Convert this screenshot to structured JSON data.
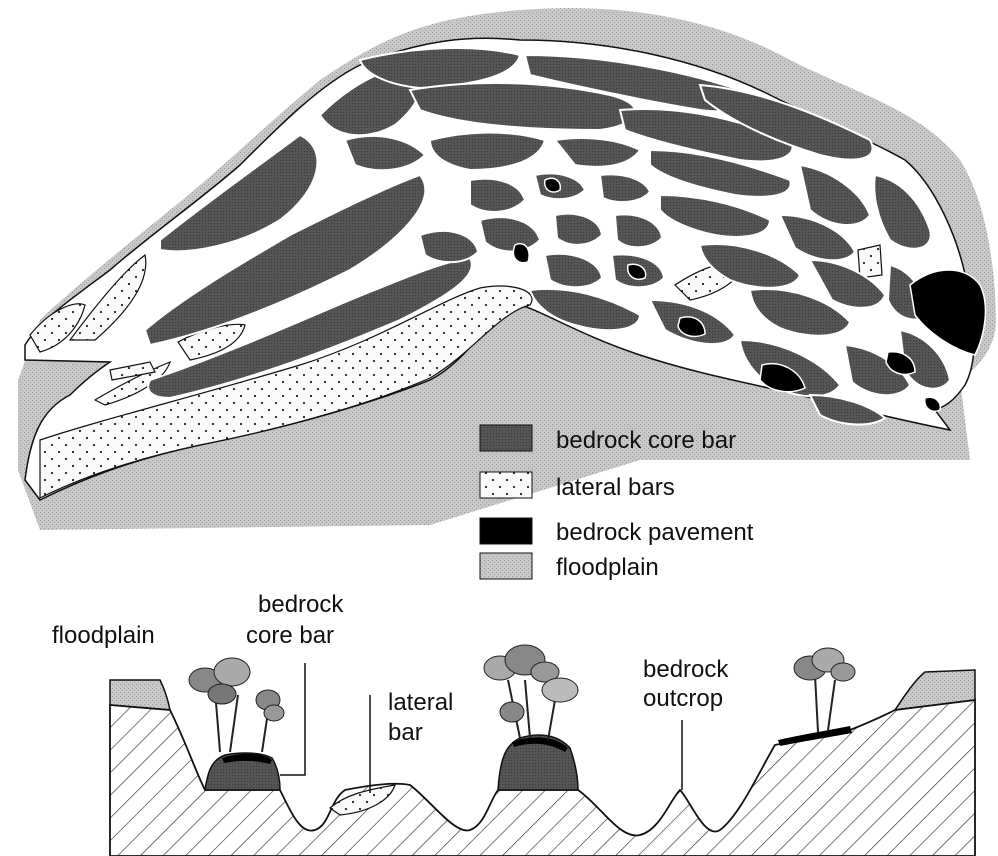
{
  "legend": {
    "items": [
      {
        "label": "bedrock core bar",
        "key": "core"
      },
      {
        "label": "lateral bars",
        "key": "lateral"
      },
      {
        "label": "bedrock pavement",
        "key": "pavement"
      },
      {
        "label": "floodplain",
        "key": "floodplain"
      }
    ]
  },
  "profile": {
    "labels": {
      "floodplain": "floodplain",
      "core_bar_1": "bedrock",
      "core_bar_2": "core bar",
      "lateral_1": "lateral",
      "lateral_2": "bar",
      "outcrop_1": "bedrock",
      "outcrop_2": "outcrop"
    }
  },
  "colors": {
    "core": "#555555",
    "lateral": "#fafafa",
    "pavement": "#000000",
    "floodplain": "#c4c4c4",
    "channel": "#ffffff",
    "ink": "#111111"
  }
}
